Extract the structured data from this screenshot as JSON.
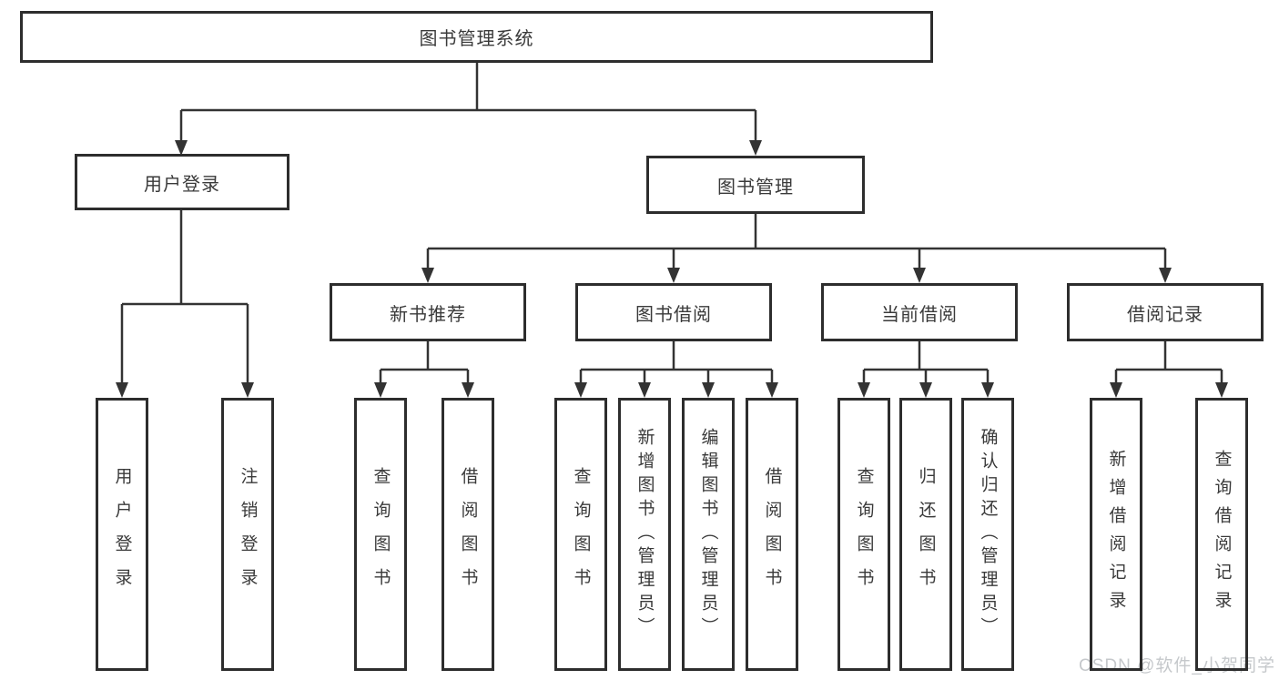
{
  "diagram": {
    "root": {
      "label": "图书管理系统"
    },
    "user_login": {
      "label": "用户登录",
      "children": [
        {
          "label": "用户登录"
        },
        {
          "label": "注销登录"
        }
      ]
    },
    "book_mgmt": {
      "label": "图书管理",
      "sections": [
        {
          "label": "新书推荐",
          "children": [
            {
              "label": "查询图书"
            },
            {
              "label": "借阅图书"
            }
          ]
        },
        {
          "label": "图书借阅",
          "children": [
            {
              "label": "查询图书"
            },
            {
              "label": "新增图书（管理员）"
            },
            {
              "label": "编辑图书（管理员）"
            },
            {
              "label": "借阅图书"
            }
          ]
        },
        {
          "label": "当前借阅",
          "children": [
            {
              "label": "查询图书"
            },
            {
              "label": "归还图书"
            },
            {
              "label": "确认归还（管理员）"
            }
          ]
        },
        {
          "label": "借阅记录",
          "children": [
            {
              "label": "新增借阅记录"
            },
            {
              "label": "查询借阅记录"
            }
          ]
        }
      ]
    }
  },
  "watermark": {
    "text": "CSDN @软件_小贺同学"
  },
  "colors": {
    "line": "#333333",
    "border": "#2d2d2d",
    "text": "#3a3a3a",
    "watermark": "#c5c8cb",
    "background": "#ffffff"
  }
}
